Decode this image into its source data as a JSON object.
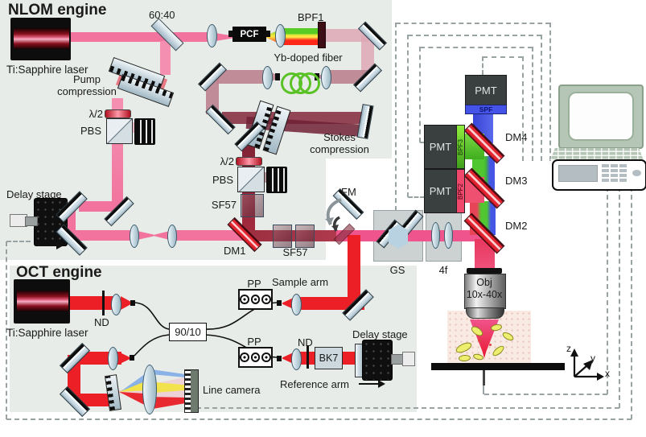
{
  "nlom": {
    "title": "NLOM engine",
    "laser": "Ti:Sapphire laser",
    "splitter": "60:40",
    "pcf": "PCF",
    "bpf1": "BPF1",
    "yb_fiber": "Yb-doped fiber",
    "pump_comp1": "Pump",
    "pump_comp2": "compression",
    "hwp1": "λ/2",
    "pbs1": "PBS",
    "stokes1": "Stokes",
    "stokes2": "compression",
    "hwp2": "λ/2",
    "pbs2": "PBS",
    "sf57a": "SF57",
    "delay": "Delay stage",
    "dm1": "DM1",
    "sf57b": "SF57",
    "fm": "FM"
  },
  "detection": {
    "pmt_blue": "PMT",
    "spf": "SPF",
    "pmt_green": "PMT",
    "bpf3": "BPF3",
    "pmt_red": "PMT",
    "bpf2": "BPF2",
    "dm4": "DM4",
    "dm3": "DM3",
    "dm2": "DM2",
    "gs": "GS",
    "four_f": "4f",
    "obj1": "Obj",
    "obj2": "10x-40x"
  },
  "oct": {
    "title": "OCT engine",
    "laser": "Ti:Sapphire laser",
    "nd1": "ND",
    "coupler": "90/10",
    "pp1": "PP",
    "sample_arm": "Sample arm",
    "pp2": "PP",
    "nd2": "ND",
    "bk7": "BK7",
    "delay": "Delay stage",
    "reference_arm": "Reference arm",
    "line_camera": "Line camera"
  },
  "axes": {
    "z": "z",
    "y": "y",
    "x": "x"
  },
  "colors": {
    "panel": "#e8ece8",
    "pump_pink": "#f2739d",
    "stokes_maroon": "#8a3648",
    "oct_red": "#ec1f27",
    "emission_blue": "#4a55e8",
    "emission_green": "#52c832",
    "dashed_gray": "#9aa3a3"
  }
}
